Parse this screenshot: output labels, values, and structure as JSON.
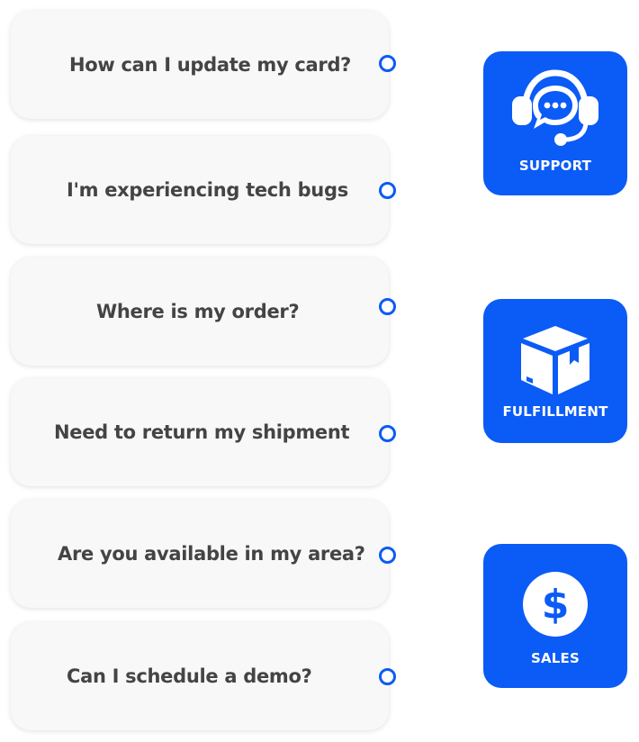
{
  "questions": [
    {
      "text": "How can I update my card?"
    },
    {
      "text": "I'm experiencing tech bugs"
    },
    {
      "text": "Where is my order?"
    },
    {
      "text": "Need to return my shipment"
    },
    {
      "text": "Are you available in my area?"
    },
    {
      "text": "Can I schedule a demo?"
    }
  ],
  "departments": {
    "support": {
      "label": "SUPPORT",
      "icon": "headset-chat-icon"
    },
    "fulfillment": {
      "label": "FULFILLMENT",
      "icon": "package-box-icon"
    },
    "sales": {
      "label": "SALES",
      "icon": "dollar-icon"
    }
  },
  "colors": {
    "accent": "#0b5bf6",
    "card_bg": "#f8f8f8",
    "question_text": "#444444"
  }
}
